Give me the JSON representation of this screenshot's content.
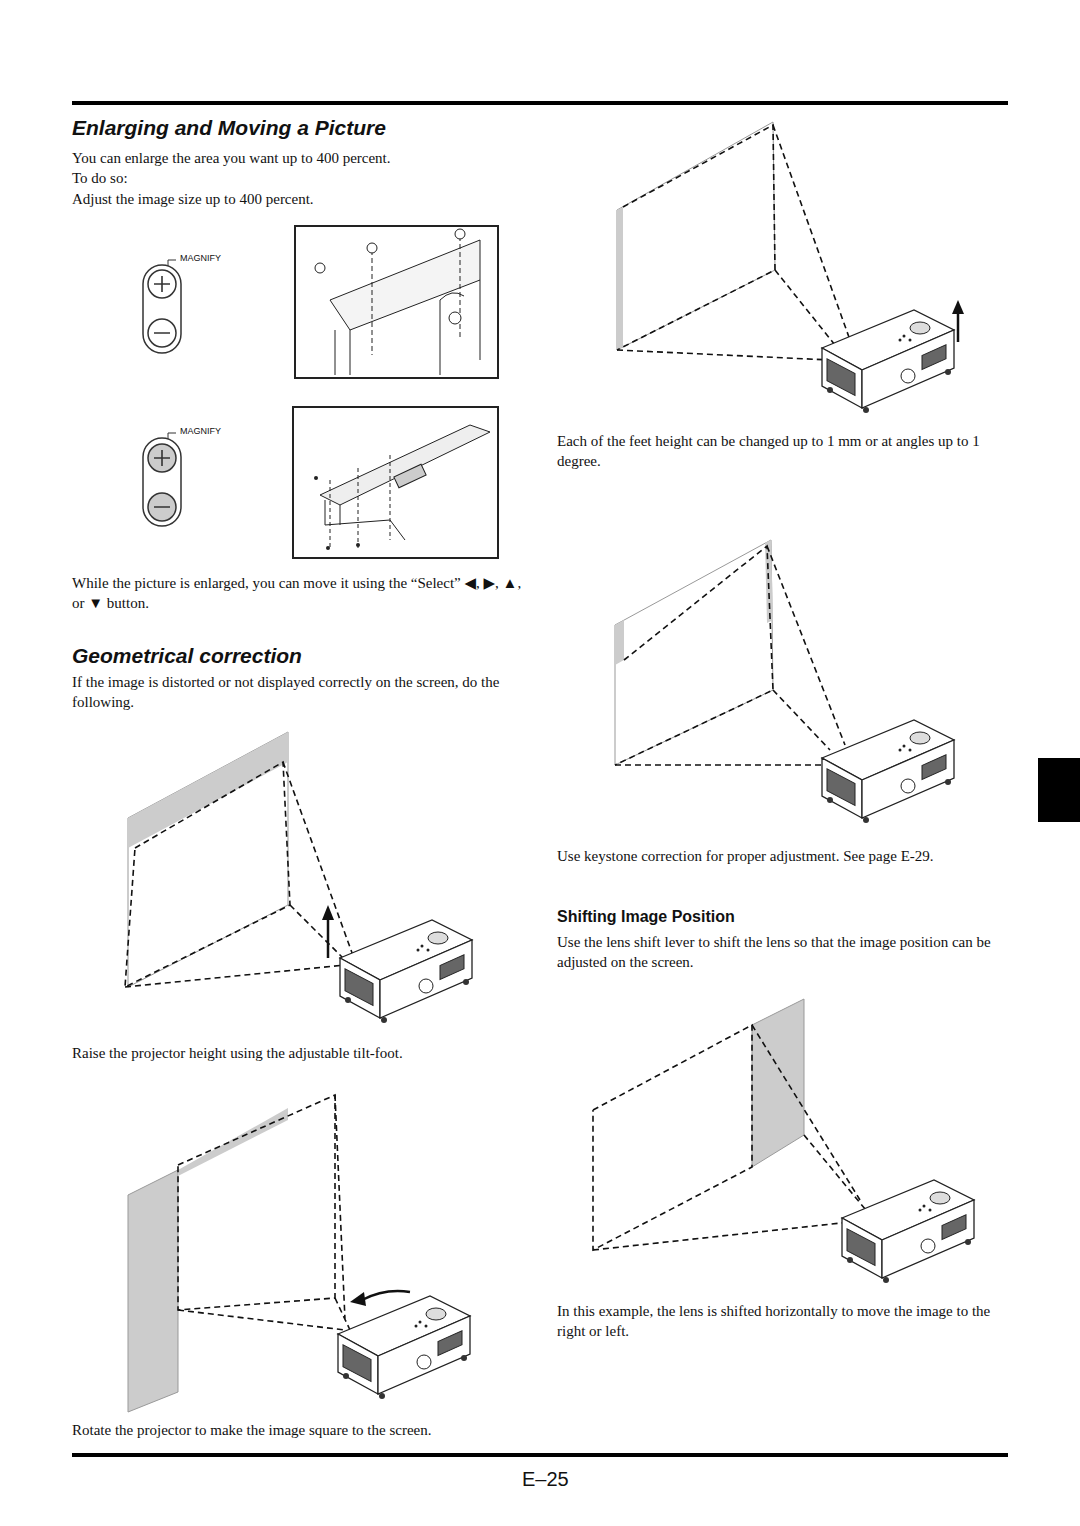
{
  "diagram": {
    "title": "Enlarging and Moving a Picture",
    "labels": [
      "You can enlarge the area you want up to 400 percent.",
      "To do so:",
      "Adjust the image size up to 400 percent.",
      "MAGNIFY",
      "MAGNIFY",
      "While the picture is enlarged, you can move it using the “Select” ◀, ▶, ▲, or ▼ button.",
      "Geometrical correction",
      "If the image is distorted or not displayed correctly on the screen, do the following.",
      "Raise the projector height using the adjustable tilt-foot.",
      "Rotate the projector to make the image square to the screen.",
      "Each of the feet height can be changed up to 1 mm or at angles up to 1 degree.",
      "Use keystone correction for proper adjustment. See page E-29.",
      "Shifting Image Position",
      "Use the lens shift lever to shift the lens so that the image position can be adjusted on the screen.",
      "In this example, the lens is shifted horizontally to move the image to the right or left.",
      "E–25"
    ]
  }
}
